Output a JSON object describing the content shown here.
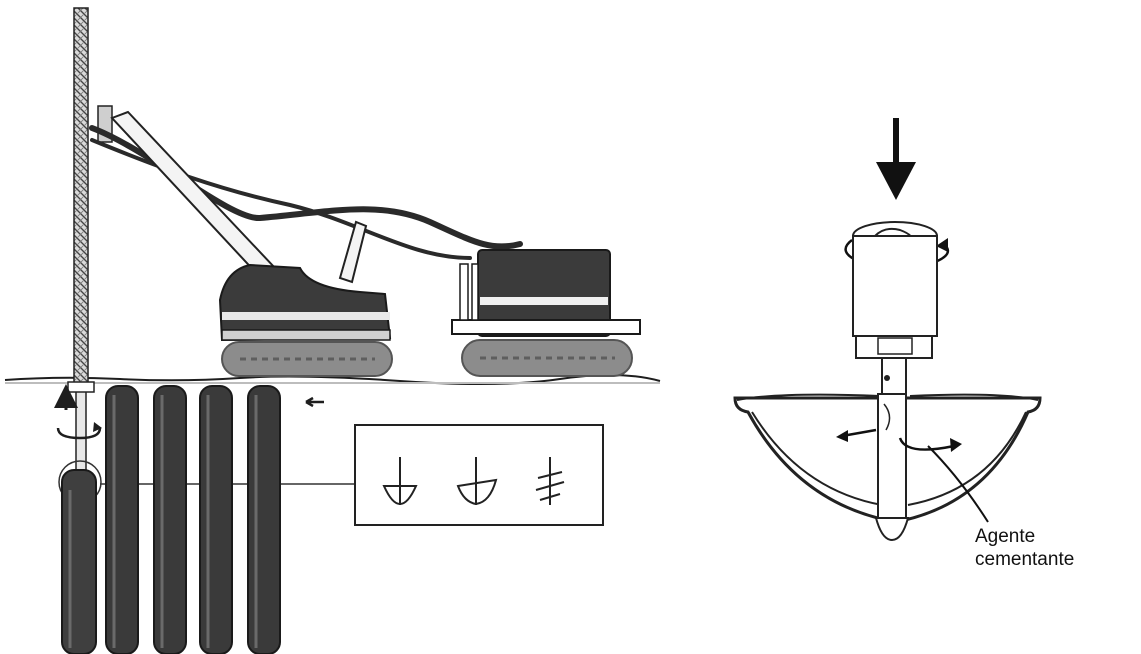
{
  "labels": {
    "agent_line1": "Agente",
    "agent_line2": "cementante"
  },
  "colors": {
    "ink": "#1e1e1e",
    "pile_dark": "#3a3a3a",
    "pile_mid": "#555555",
    "track_gray": "#8c8c8c",
    "background": "#ffffff"
  },
  "figure": {
    "panels": [
      "installation-rig-with-piles",
      "mixing-tool-detail"
    ],
    "rows_of_columns": 5
  }
}
